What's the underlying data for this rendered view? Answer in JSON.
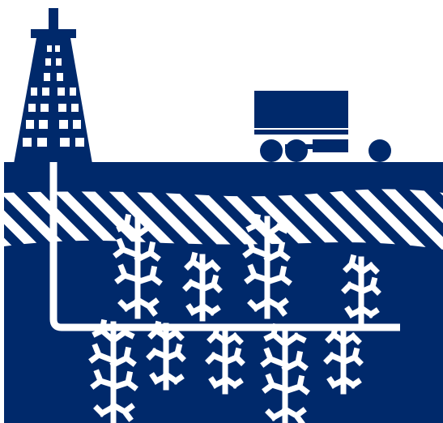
{
  "colors": {
    "primary": "#00296b",
    "background": "#ffffff"
  },
  "scene": {
    "icon": "hydraulic-fracturing-icon",
    "elements": [
      "drilling-rig-icon",
      "tanker-truck-icon",
      "horizontal-wellbore",
      "shale-layer",
      "fracture-network"
    ]
  }
}
